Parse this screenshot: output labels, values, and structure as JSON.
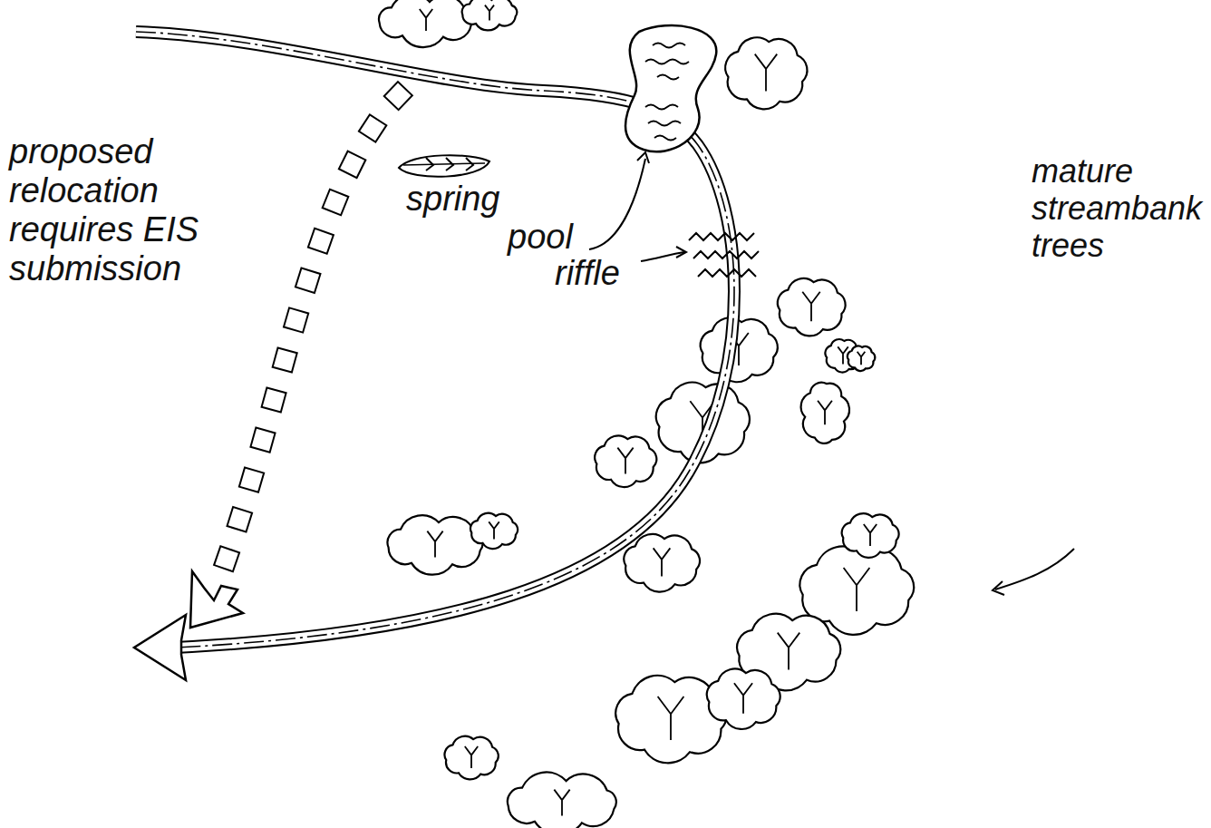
{
  "diagram": {
    "labels": [
      "proposed relocation requires EIS submission",
      "spring",
      "pool",
      "riffle",
      "mature streambank trees"
    ]
  }
}
